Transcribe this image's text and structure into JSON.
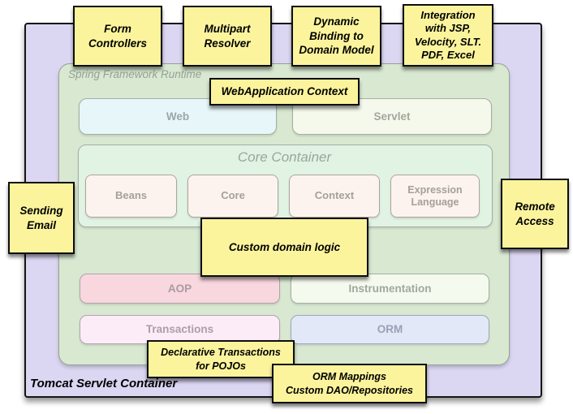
{
  "diagram": {
    "tomcat_label": "Tomcat Servlet Container",
    "runtime_label": "Spring Framework Runtime",
    "boxes": {
      "web": "Web",
      "servlet": "Servlet",
      "core_title": "Core Container",
      "beans": "Beans",
      "core": "Core",
      "context": "Context",
      "expression": "Expression\nLanguage",
      "aop": "AOP",
      "instrumentation": "Instrumentation",
      "transactions": "Transactions",
      "orm": "ORM"
    },
    "notes": [
      {
        "name": "form-controllers",
        "text": "Form\nControllers"
      },
      {
        "name": "multipart-resolver",
        "text": "Multipart\nResolver"
      },
      {
        "name": "dynamic-binding",
        "text": "Dynamic\nBinding to\nDomain Model"
      },
      {
        "name": "integration-views",
        "text": "Integration\nwith JSP,\nVelocity, SLT.\nPDF, Excel"
      },
      {
        "name": "webapplication-context",
        "text": "WebApplication Context"
      },
      {
        "name": "sending-email",
        "text": "Sending\nEmail"
      },
      {
        "name": "remote-access",
        "text": "Remote\nAccess"
      },
      {
        "name": "custom-domain-logic",
        "text": "Custom domain logic"
      },
      {
        "name": "declarative-transactions",
        "text": "Declarative Transactions\nfor POJOs"
      },
      {
        "name": "orm-mappings",
        "text": "ORM Mappings\nCustom DAO/Repositories"
      }
    ],
    "colors": {
      "outer_fill": "#dbd6f2",
      "runtime_fill": "#d8e8d1",
      "core_container_fill": "#e1f3e3",
      "web_fill": "#e7f6f9",
      "servlet_fill": "#f5f9ec",
      "module_fill": "#fcf3ee",
      "aop_fill": "#f8d7df",
      "instrumentation_fill": "#f5faef",
      "transactions_fill": "#fbecf7",
      "orm_fill": "#e2e8f7",
      "note_fill": "#fbf49c",
      "muted_label": "#9aa39c"
    }
  }
}
